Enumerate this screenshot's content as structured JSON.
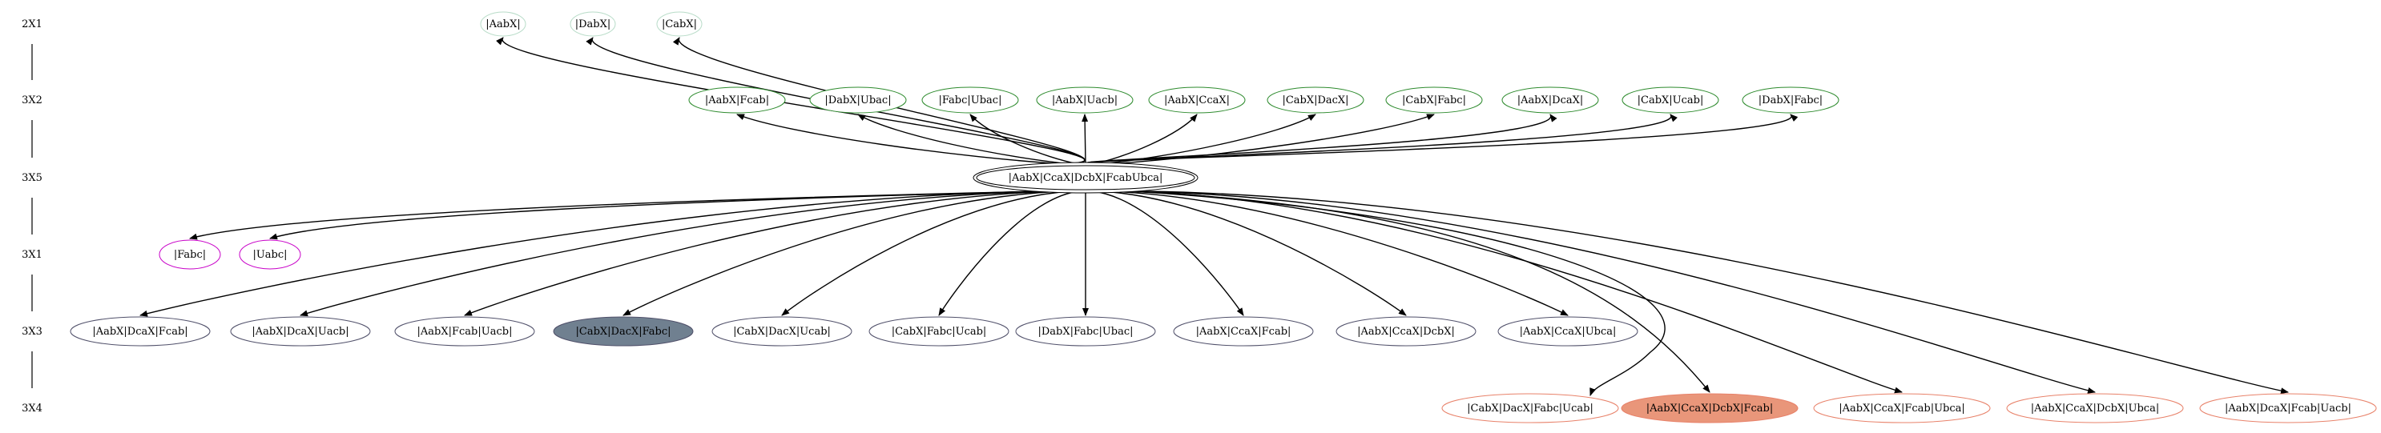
{
  "rows": [
    {
      "key": "r2x1",
      "label": "2X1"
    },
    {
      "key": "r3x2",
      "label": "3X2"
    },
    {
      "key": "r3x5",
      "label": "3X5"
    },
    {
      "key": "r3x1",
      "label": "3X1"
    },
    {
      "key": "r3x3",
      "label": "3X3"
    },
    {
      "key": "r3x4",
      "label": "3X4"
    }
  ],
  "colors": {
    "edge": "#000000",
    "r2x1": "#b8dcc8",
    "r3x2": "#2e8b2e",
    "r3x5": "#000000",
    "r3x1": "#c800c8",
    "r3x3": "#50506a",
    "r3x4": "#e8826a",
    "filled_r3x3": "#708090",
    "filled_r3x4": "#e9967a"
  },
  "root": {
    "label": "|AabX|CcaX|DcbX|FcabUbca|"
  },
  "nodes": {
    "r2x1": [
      {
        "label": "|AabX|"
      },
      {
        "label": "|DabX|"
      },
      {
        "label": "|CabX|"
      }
    ],
    "r3x2": [
      {
        "label": "|AabX|Fcab|"
      },
      {
        "label": "|DabX|Ubac|"
      },
      {
        "label": "|Fabc|Ubac|"
      },
      {
        "label": "|AabX|Uacb|"
      },
      {
        "label": "|AabX|CcaX|"
      },
      {
        "label": "|CabX|DacX|"
      },
      {
        "label": "|CabX|Fabc|"
      },
      {
        "label": "|AabX|DcaX|"
      },
      {
        "label": "|CabX|Ucab|"
      },
      {
        "label": "|DabX|Fabc|"
      }
    ],
    "r3x1": [
      {
        "label": "|Fabc|"
      },
      {
        "label": "|Uabc|"
      }
    ],
    "r3x3": [
      {
        "label": "|AabX|DcaX|Fcab|"
      },
      {
        "label": "|AabX|DcaX|Uacb|"
      },
      {
        "label": "|AabX|Fcab|Uacb|"
      },
      {
        "label": "|CabX|DacX|Fabc|",
        "filled": true
      },
      {
        "label": "|CabX|DacX|Ucab|"
      },
      {
        "label": "|CabX|Fabc|Ucab|"
      },
      {
        "label": "|DabX|Fabc|Ubac|"
      },
      {
        "label": "|AabX|CcaX|Fcab|"
      },
      {
        "label": "|AabX|CcaX|DcbX|"
      },
      {
        "label": "|AabX|CcaX|Ubca|"
      }
    ],
    "r3x4": [
      {
        "label": "|CabX|DacX|Fabc|Ucab|"
      },
      {
        "label": "|AabX|CcaX|DcbX|Fcab|",
        "filled": true
      },
      {
        "label": "|AabX|CcaX|Fcab|Ubca|"
      },
      {
        "label": "|AabX|CcaX|DcbX|Ubca|"
      },
      {
        "label": "|AabX|DcaX|Fcab|Uacb|"
      }
    ]
  }
}
